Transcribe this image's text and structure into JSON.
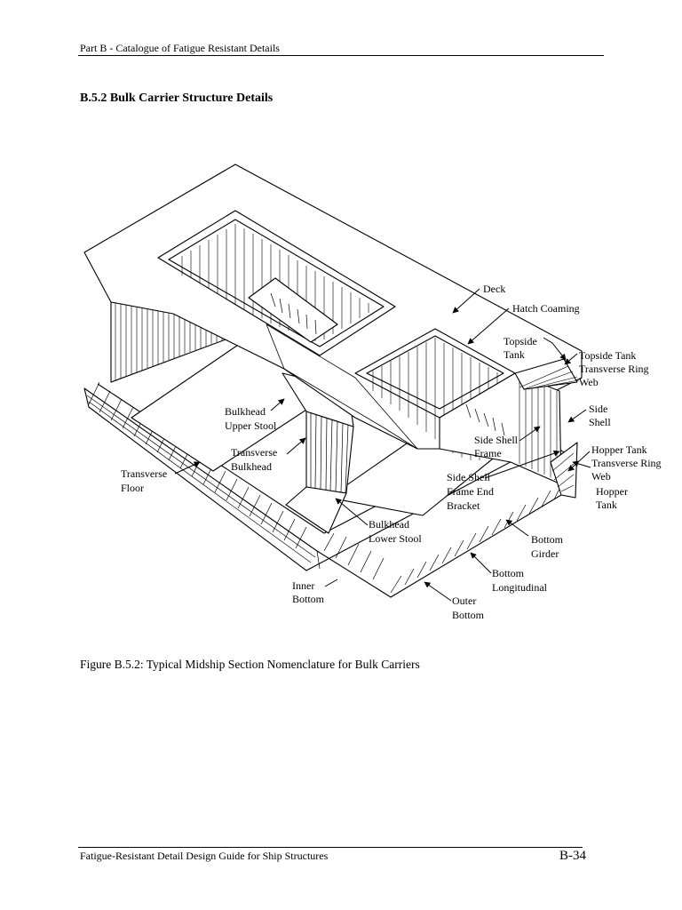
{
  "header": {
    "running_head": "Part B - Catalogue of Fatigue Resistant Details"
  },
  "section": {
    "title": "B.5.2   Bulk Carrier Structure Details"
  },
  "figure": {
    "caption": "Figure B.5.2:  Typical Midship Section Nomenclature for Bulk Carriers",
    "labels": {
      "deck": "Deck",
      "hatch_coaming": "Hatch Coaming",
      "topside_tank": [
        "Topside",
        "Tank"
      ],
      "topside_tank_ring_web": [
        "Topside Tank",
        "Transverse Ring",
        "Web"
      ],
      "side_shell": [
        "Side",
        "Shell"
      ],
      "side_shell_frame": [
        "Side Shell",
        "Frame"
      ],
      "hopper_tank_ring_web": [
        "Hopper Tank",
        "Transverse Ring",
        "Web"
      ],
      "hopper_tank": [
        "Hopper",
        "Tank"
      ],
      "side_shell_frame_end_bracket": [
        "Side Shell",
        "Frame End",
        "Bracket"
      ],
      "bulkhead_upper_stool": [
        "Bulkhead",
        "Upper Stool"
      ],
      "transverse_bulkhead": [
        "Transverse",
        "Bulkhead"
      ],
      "transverse_floor": [
        "Transverse",
        "Floor"
      ],
      "bulkhead_lower_stool": [
        "Bulkhead",
        "Lower Stool"
      ],
      "bottom_girder": [
        "Bottom",
        "Girder"
      ],
      "bottom_longitudinal": [
        "Bottom",
        "Longitudinal"
      ],
      "inner_bottom": [
        "Inner",
        "Bottom"
      ],
      "outer_bottom": [
        "Outer",
        "Bottom"
      ]
    }
  },
  "footer": {
    "title": "Fatigue-Resistant Detail Design Guide for Ship Structures",
    "page": "B-34"
  }
}
